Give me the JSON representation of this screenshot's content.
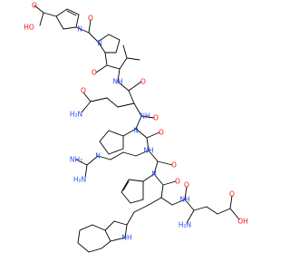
{
  "colors": {
    "bond": "#000000",
    "oxygen": "#ff0d0d",
    "nitrogen": "#3050f8",
    "background": "#ffffff"
  },
  "labels": {
    "ho_top": "HO",
    "o_acid_top": "O",
    "n_pyrroline_top": "N",
    "o_pro1": "O",
    "n_pro1": "N",
    "o_ile": "O",
    "nh_ile": "NH",
    "o_gln_amide": "O",
    "nh2_gln": "H₂N",
    "o_gln_side": "O",
    "nh_gln": "NH",
    "o_gln_co": "O",
    "n_pro2": "N",
    "o_pro2": "O",
    "nh_arg": "NH",
    "n_guan": "N",
    "nh2_guan1": "NH₂",
    "nh2_guan2": "H₂N",
    "o_arg": "O",
    "n_pyrroline2": "N",
    "o_pyr2": "O",
    "nh_trp": "NH",
    "o_trp": "O",
    "nh_indole": "NH",
    "nh2_glu": "H₂N",
    "o_glu_side": "O",
    "oh_glu": "OH"
  }
}
